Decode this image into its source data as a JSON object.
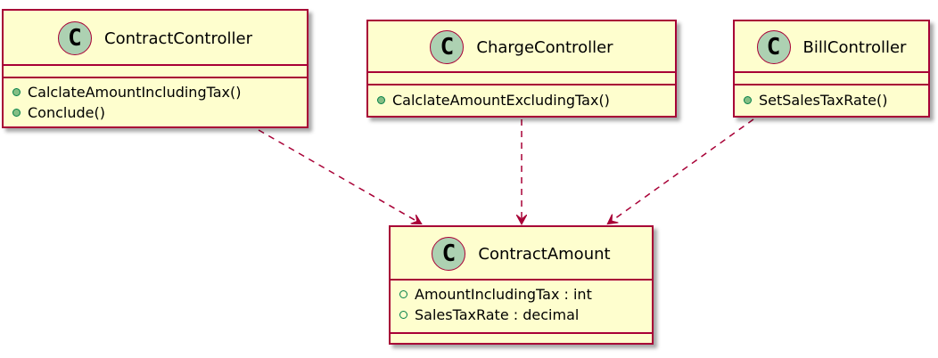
{
  "colors": {
    "class_fill": "#fefece",
    "border": "#a80036",
    "icon_fill": "#add1b2",
    "method_dot": "#84be84",
    "field_dot_border": "#038048",
    "arrow": "#a80036"
  },
  "classes": {
    "contract_controller": {
      "icon": "C",
      "name": "ContractController",
      "methods": [
        "CalclateAmountIncludingTax()",
        "Conclude()"
      ]
    },
    "charge_controller": {
      "icon": "C",
      "name": "ChargeController",
      "methods": [
        "CalclateAmountExcludingTax()"
      ]
    },
    "bill_controller": {
      "icon": "C",
      "name": "BillController",
      "methods": [
        "SetSalesTaxRate()"
      ]
    },
    "contract_amount": {
      "icon": "C",
      "name": "ContractAmount",
      "fields": [
        "AmountIncludingTax : int",
        "SalesTaxRate : decimal"
      ]
    }
  },
  "relations": [
    {
      "from": "ContractController",
      "to": "ContractAmount",
      "type": "dependency"
    },
    {
      "from": "ChargeController",
      "to": "ContractAmount",
      "type": "dependency"
    },
    {
      "from": "BillController",
      "to": "ContractAmount",
      "type": "dependency"
    }
  ]
}
